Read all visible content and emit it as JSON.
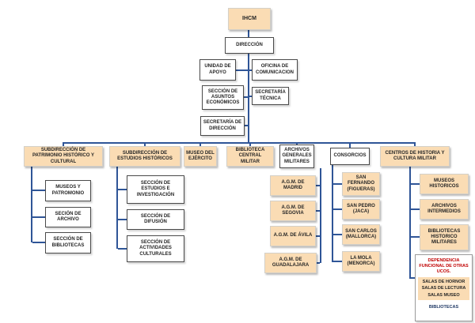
{
  "title": "Organigrama IHCM",
  "colors": {
    "accent_fill": "#FADCB4",
    "connector_line": "#2F5597",
    "warning_text": "#C00000",
    "navy_text": "#1F3864"
  },
  "nodes": {
    "root": "IHCM",
    "direccion": "DIRECCIÓN",
    "unidad_apoyo": "UNIDAD DE APOYO",
    "oficina_comunicacion": "OFICINA DE COMUNICACION",
    "seccion_asuntos_economicos": "SECCIÓN DE ASUNTOS ECONÓMICOS",
    "secretaria_tecnica": "SECRETARÍA TÉCNICA",
    "secretaria_direccion": "SECRETARÍA DE DIRECCIÓN"
  },
  "departments": [
    {
      "label": "SUBDIRECCIÓN DE PATRIMONIO HISTÓRICO Y CULTURAL",
      "children": [
        "MUSEOS Y PATROMONIO",
        "SECIÓN DE ARCHIVO",
        "SECCIÓN DE BIBLIOTECAS"
      ]
    },
    {
      "label": "SUBDIRECCIÓN DE ESTUDIOS HISTÓRICOS",
      "children": [
        "SECCIÓN DE ESTUDIOS E INVESTIGACIÓN",
        "SECCIÓN DE DIFUSIÓN",
        "SECCIÓN DE ACTIVIDADES CULTURALES"
      ]
    },
    {
      "label": "MUSEO DEL EJÉRCITO",
      "children": []
    },
    {
      "label": "BIBLIOTECA CENTRAL MILITAR",
      "children": []
    },
    {
      "label": "ARCHIVOS GENERALES MILITARES",
      "children": [
        "A.G.M. DE MADRID",
        "A.G.M. DE SEGOVIA",
        "A.G.M. DE ÁVILA",
        "A.G.M. DE GUADALAJARA"
      ]
    },
    {
      "label": "CONSORCIOS",
      "children": [
        "SAN FERNANDO (FIGUERAS)",
        "SAN PEDRO (JACA)",
        "SAN CARLOS (MALLORCA)",
        "LA MOLA (MENORCA)"
      ]
    },
    {
      "label": "CENTROS DE HISTORIA Y CULTURA MILITAR",
      "children": [
        "MUSEOS HISTORICOS",
        "ARCHIVOS INTERMEDIOS",
        "BIBLIOTECAS HISTORICO MILITARES"
      ]
    }
  ],
  "dependencia": {
    "title": "DEPENDENCIA FUNCIONAL DE OTRAS UCOS.",
    "rows": [
      "SALAS DE HORNOR",
      "SALAS DE LECTURA",
      "SALAS MUSEO"
    ],
    "footer": "BIBLIOTECAS"
  }
}
